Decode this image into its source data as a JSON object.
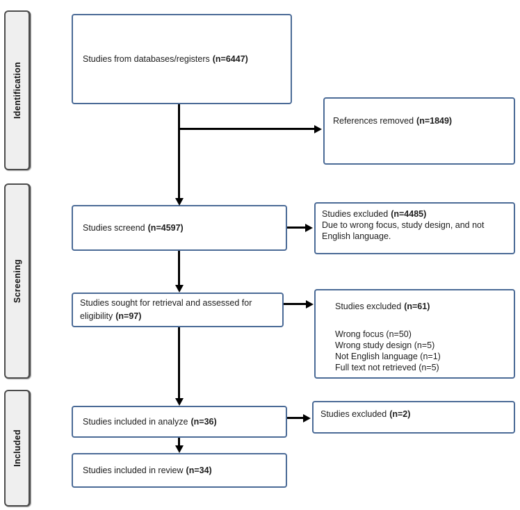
{
  "sidebar": {
    "stages": [
      {
        "label": "Identification"
      },
      {
        "label": "Screening"
      },
      {
        "label": "Included"
      }
    ]
  },
  "flow": {
    "identified": {
      "text": "Studies from databases/registers",
      "n": "(n=6447)"
    },
    "references_removed": {
      "text": "References removed",
      "n": "(n=1849)"
    },
    "screened": {
      "text": "Studies screend",
      "n": "(n=4597)"
    },
    "excluded_screening": {
      "text": "Studies excluded",
      "n": "(n=4485)",
      "reason": "Due to wrong focus, study design, and not English language."
    },
    "sought": {
      "text": "Studies sought for retrieval and assessed for eligibility",
      "n": "(n=97)"
    },
    "excluded_eligibility": {
      "text": "Studies excluded",
      "n": "(n=61)",
      "reasons": [
        "Wrong focus (n=50)",
        "Wrong study design (n=5)",
        "Not English language (n=1)",
        "Full text not retrieved (n=5)"
      ]
    },
    "included_analyze": {
      "text": "Studies included in analyze",
      "n": "(n=36)"
    },
    "excluded_analyze": {
      "text": "Studies excluded",
      "n": "(n=2)"
    },
    "included_review": {
      "text": "Studies included in review",
      "n": "(n=34)"
    }
  },
  "colors": {
    "box_border": "#4a6a96",
    "sidebar_fill": "#efefef",
    "arrow": "#000000"
  }
}
